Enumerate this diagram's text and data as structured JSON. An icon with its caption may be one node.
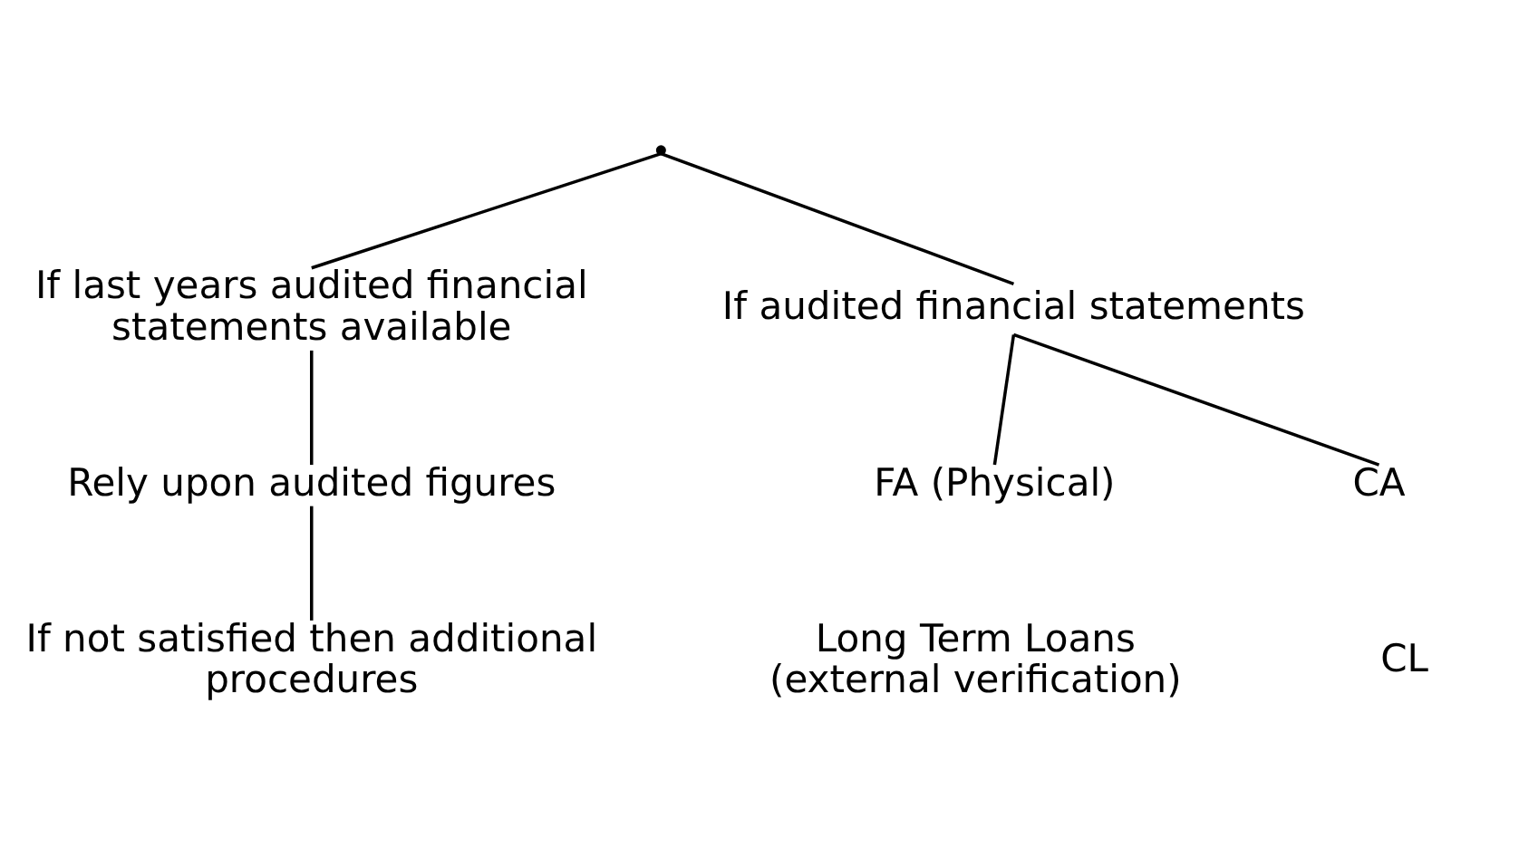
{
  "diagram": {
    "nodes": [
      {
        "text": [],
        "shape": "point"
      },
      {
        "text": [
          "If last years audited financial statements available"
        ]
      },
      {
        "text": [
          "Rely upon audited figures"
        ]
      },
      {
        "text": [
          "If not satisfied then additional procedures"
        ]
      },
      {
        "text": [
          "If audited financial statements"
        ]
      },
      {
        "text": [
          "FA (Physical)"
        ]
      },
      {
        "text": [
          "CA"
        ]
      }
    ],
    "edges": [
      {
        "from": 0,
        "to": 1,
        "arrow": "none"
      },
      {
        "from": 0,
        "to": 4,
        "arrow": "none"
      },
      {
        "from": 1,
        "to": 2,
        "arrow": "none"
      },
      {
        "from": 2,
        "to": 3,
        "arrow": "none"
      },
      {
        "from": 4,
        "to": 5,
        "arrow": "none"
      },
      {
        "from": 4,
        "to": 6,
        "arrow": "none"
      }
    ],
    "labels": [
      "Long Term Loans (external verification)",
      "CL"
    ]
  }
}
